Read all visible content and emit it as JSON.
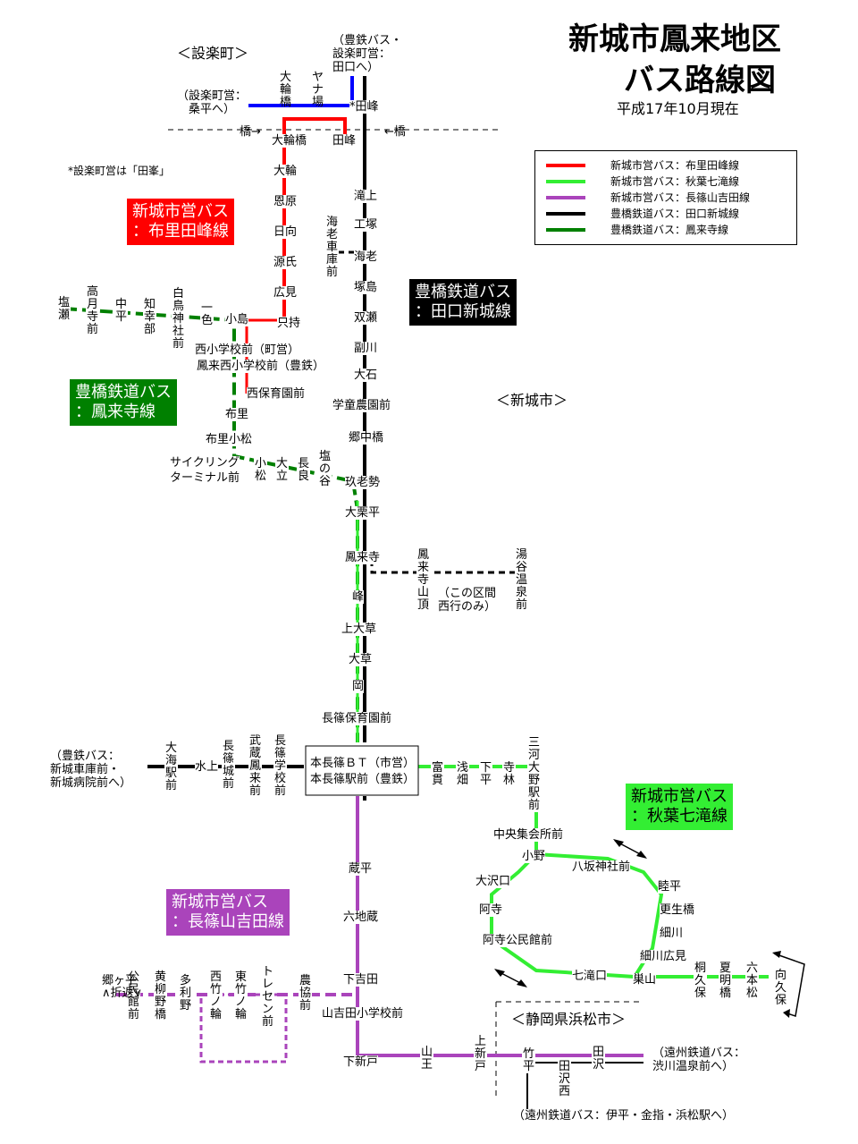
{
  "title": {
    "line1": "新城市鳳来地区",
    "line2": "バス路線図",
    "date": "平成17年10月現在"
  },
  "colors": {
    "red": "#ff0000",
    "lime": "#33ee33",
    "purple": "#aa44bb",
    "black": "#000000",
    "green": "#008000",
    "blue": "#0000ff"
  },
  "legend": [
    {
      "label": "新城市営バス：布里田峰線",
      "color": "#ff0000"
    },
    {
      "label": "新城市営バス：秋葉七滝線",
      "color": "#33ee33"
    },
    {
      "label": "新城市営バス：長篠山吉田線",
      "color": "#aa44bb"
    },
    {
      "label": "豊橋鉄道バス：田口新城線",
      "color": "#000000"
    },
    {
      "label": "豊橋鉄道バス：鳳来寺線",
      "color": "#008000"
    }
  ],
  "route_labels": {
    "red": "新城市営バス\n：布里田峰線",
    "black": "豊橋鉄道バス\n：田口新城線",
    "green": "豊橋鉄道バス\n：鳳来寺線",
    "lime": "新城市営バス\n：秋葉七滝線",
    "purple": "新城市営バス\n：長篠山吉田線"
  },
  "areas": {
    "shitara": "＜設楽町＞",
    "shinshiro": "＜新城市＞",
    "hamamatsu": "＜静岡県浜松市＞"
  },
  "notes": {
    "shitara_eiei": "（設楽町営：\n　桑平へ）",
    "toyotetsu_top": "（豊鉄バス・\n設楽町営：\n田口へ）",
    "tamine_note": "*設楽町営は「田峯」",
    "bridge_left": "橋→",
    "bridge_right": "←橋",
    "west_only": "（この区間\n西行のみ）",
    "toyotetsu_west": "（豊鉄バス：\n新城車庫前・\n新城病院前へ）",
    "entetsu_east": "（遠州鉄道バス：\n渋川温泉前へ）",
    "entetsu_south": "（遠州鉄道バス：伊平・金指・浜松駅へ）",
    "gokedaira": "郷ヶ平\n∧折返∨"
  },
  "stops": {
    "oowabashi_top": "大輪橋",
    "yanaba": "ヤナ場",
    "taminet": "*田峰",
    "oowabashi": "大輪橋",
    "tamine": "田峰",
    "oowa": "大輪",
    "onbara": "恩原",
    "hinata": "日向",
    "genji": "源氏",
    "hiromi": "広見",
    "tadamochi": "只持",
    "takigami": "滝上",
    "kozuka": "工塚",
    "ebi": "海老",
    "ebishako": "海老車庫前",
    "tsukashima": "塚島",
    "souse": "双瀬",
    "sorikawa": "副川",
    "oishi": "大石",
    "gakudou": "学童農園前",
    "gochuubashi": "郷中橋",
    "shiose": "塩瀬",
    "takatsukiji": "高月寺前",
    "nakadaira": "中平",
    "chikoube": "知幸部",
    "shiratori": "白鳥神社前",
    "isshiki": "一色",
    "kojima": "小島",
    "nishisho": "西小学校前（町営）",
    "houraisho": "鳳来西小学校前（豊鉄）",
    "nishihoiku": "西保育園前",
    "furi": "布里",
    "furikomatsu": "布里小松",
    "cycling1": "サイクリング",
    "cycling2": "ターミナル前",
    "komatsu": "小松",
    "otachi": "大立",
    "nagara": "長良",
    "shionotani": "塩の谷",
    "kuroze": "玖老勢",
    "ookurodaira": "大栗平",
    "houraiji": "鳳来寺",
    "houraisanchou": "鳳来寺山頂",
    "yuya": "湯谷温泉前",
    "mine": "峰",
    "kamioogusa": "上大草",
    "oogusa": "大草",
    "oka": "岡",
    "nagashino_hoiku": "長篠保育園前",
    "bt1": "本長篠ＢＴ（市営）",
    "bt2": "本長篠駅前（豊鉄）",
    "oumi": "大海駅前",
    "mizukami": "水上",
    "nagashinojo": "長篠城前",
    "musashi": "武蔵鳳来前",
    "nagashinogakkou": "長篠学校前",
    "tomioka": "富貫",
    "asahata": "浅畑",
    "shimodaira": "下平",
    "teramori": "寺林",
    "mikawaoono": "三河大野駅前",
    "chuoushuukai": "中央集会所前",
    "ono": "小野",
    "yasaka": "八坂神社前",
    "oosawaguchi": "大沢口",
    "adera": "阿寺",
    "adera_kouminkan": "阿寺公民館前",
    "mutsudaira": "睦平",
    "kouseibashi": "更生橋",
    "hosokawa": "細川",
    "hosokawahiromi": "細川広見",
    "nanataki": "七滝口",
    "suyama": "巣山",
    "kiriku": "桐久保",
    "natsume": "夏明橋",
    "roppon": "六本松",
    "mukou": "向久保",
    "kurahira": "蔵平",
    "rokuji": "六地蔵",
    "shimoyoshida": "下吉田",
    "yamayoshida": "山吉田小学校前",
    "shimoshindo": "下新戸",
    "sannou": "山王",
    "kamishindo": "上新戸",
    "takehira": "竹平",
    "tazawa": "田沢",
    "tazawanishi": "田沢西",
    "nousan": "農協前",
    "toresen": "トレセン前",
    "higashi": "東竹ノ輪",
    "nishi": "西竹ノ輪",
    "tari": "多利野",
    "kogi": "黄柳野橋",
    "kouminkan": "公民館前"
  }
}
